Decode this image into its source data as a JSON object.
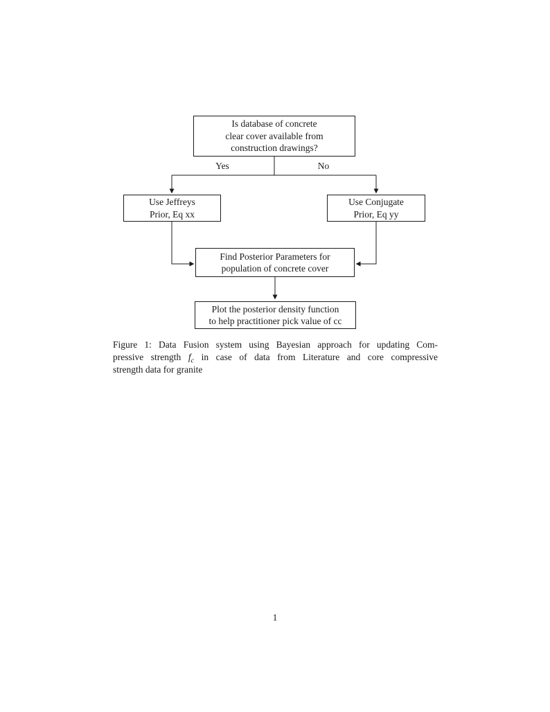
{
  "flowchart": {
    "decision": {
      "lines": [
        "Is database of concrete",
        "clear cover available from",
        "construction drawings?"
      ]
    },
    "branch_yes_label": "Yes",
    "branch_no_label": "No",
    "jeffreys": {
      "lines": [
        "Use Jeffreys",
        "Prior, Eq xx"
      ]
    },
    "conjugate": {
      "lines": [
        "Use Conjugate",
        "Prior, Eq yy"
      ]
    },
    "posterior": {
      "lines": [
        "Find Posterior Parameters for",
        "population of concrete cover"
      ]
    },
    "plot": {
      "lines": [
        "Plot the posterior density function",
        "to help practitioner pick value of cc"
      ]
    }
  },
  "caption": {
    "line1": "Figure 1: Data Fusion system using Bayesian approach for updating Com-",
    "line2_pre": "pressive strength",
    "math_f": "f",
    "math_sub": "c",
    "line2_post": "in case of data from Literature and core compressive",
    "line3": "strength data for granite"
  },
  "page": {
    "number": "1"
  },
  "colors": {
    "ink": "#1a1a1a",
    "background": "#ffffff"
  }
}
